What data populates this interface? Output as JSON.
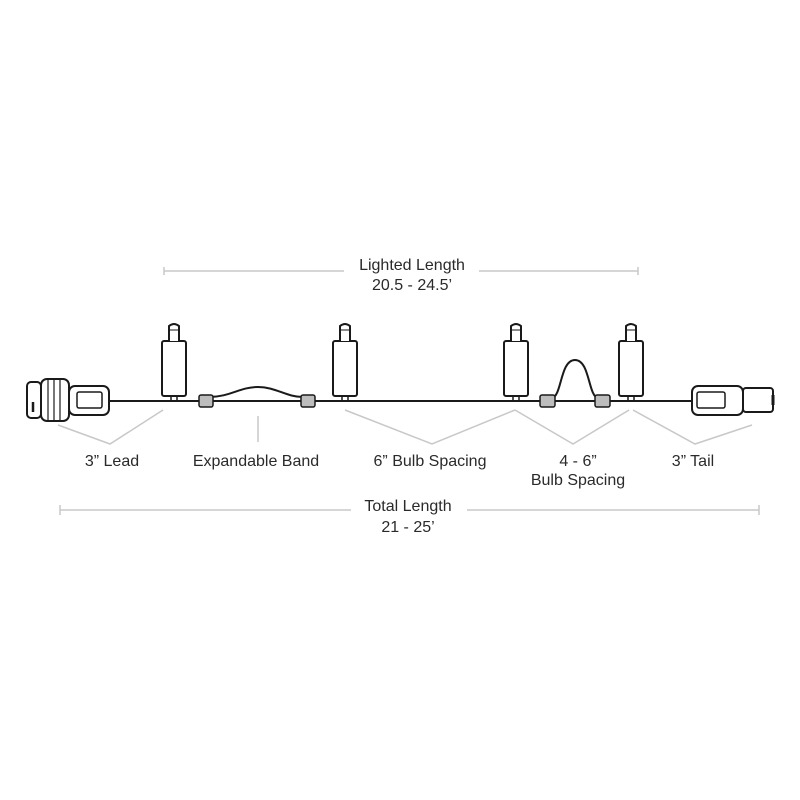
{
  "lighted_length": {
    "title": "Lighted Length",
    "value": "20.5 - 24.5’"
  },
  "total_length": {
    "title": "Total Length",
    "value": "21 - 25’"
  },
  "callouts": {
    "lead": "3” Lead",
    "band": "Expandable Band",
    "spacing_6": "6” Bulb Spacing",
    "spacing_4_6_line1": "4 - 6”",
    "spacing_4_6_line2": "Bulb Spacing",
    "tail": "3” Tail"
  }
}
